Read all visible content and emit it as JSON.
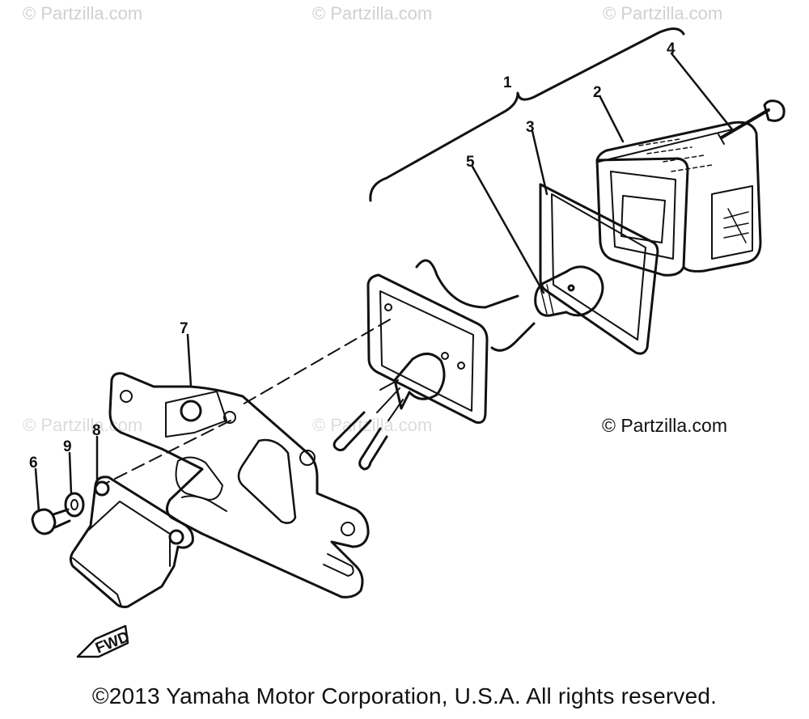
{
  "watermarks": {
    "top": [
      "© Partzilla.com",
      "© Partzilla.com",
      "© Partzilla.com"
    ],
    "middle": [
      "© Partzilla.com",
      "© Partzilla.com"
    ]
  },
  "brand_watermark": "© Partzilla.com",
  "callouts": [
    "1",
    "2",
    "3",
    "4",
    "5",
    "6",
    "7",
    "8",
    "9"
  ],
  "fwd_label": "FWD",
  "copyright": "©2013 Yamaha Motor Corporation, U.S.A. All rights reserved."
}
